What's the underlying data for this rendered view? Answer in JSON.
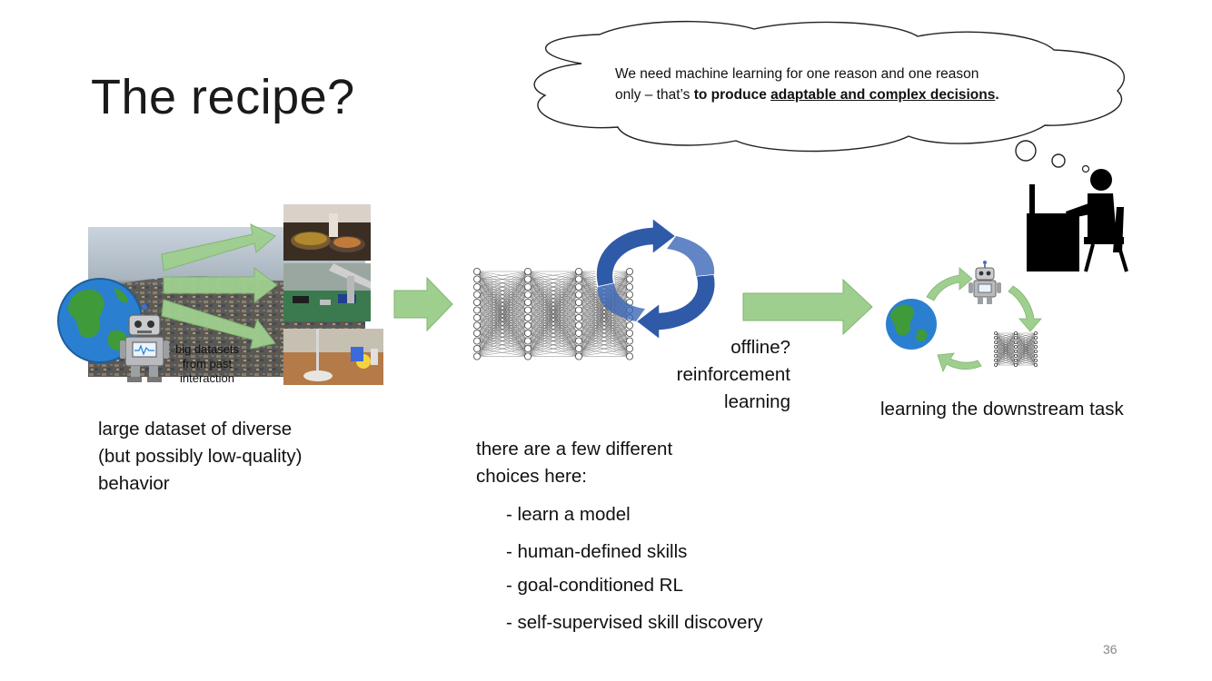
{
  "slide": {
    "title": "The recipe?",
    "page_number": "36"
  },
  "thought_bubble": {
    "line1": "We need machine learning for one reason and one reason",
    "line2_start": "only – that’s ",
    "line2_bold": "to produce ",
    "line2_bold_underline": "adaptable and complex decisions",
    "line2_end": "."
  },
  "dataset_panel": {
    "overlay_label_line1": "big datasets",
    "overlay_label_line2": "from past",
    "overlay_label_line3": "interaction",
    "caption_line1": "large dataset of diverse",
    "caption_line2": "(but possibly low-quality)",
    "caption_line3": "behavior"
  },
  "network_panel": {
    "rl_label_line1": "offline?",
    "rl_label_line2": "reinforcement",
    "rl_label_line3": "learning",
    "choices_line1": "there are a few different",
    "choices_line2": "choices here:",
    "choices": [
      "- learn a model",
      "- human-defined skills",
      "- goal-conditioned RL",
      "- self-supervised skill discovery"
    ]
  },
  "downstream_panel": {
    "caption": "learning the downstream task"
  },
  "colors": {
    "arrow_green": "#9fcf8f",
    "cycle_blue": "#2f5aa8",
    "earth_blue": "#2a7fd0",
    "earth_green": "#3f9a3a"
  }
}
